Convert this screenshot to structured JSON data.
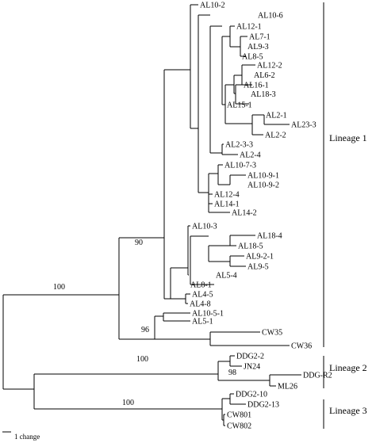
{
  "tree": {
    "leaves": [
      "AL10-2",
      "AL10-6",
      "AL12-1",
      "AL7-1",
      "AL9-3",
      "AL8-5",
      "AL12-2",
      "AL6-2",
      "AL16-1",
      "AL18-3",
      "AL15-1",
      "AL2-1",
      "AL23-3",
      "AL2-2",
      "AL2-3-3",
      "AL2-4",
      "AL10-7-3",
      "AL10-9-1",
      "AL10-9-2",
      "AL12-4",
      "AL14-1",
      "AL14-2",
      "AL10-3",
      "AL18-4",
      "AL18-5",
      "AL9-2-1",
      "AL9-5",
      "AL5-4",
      "AL8-1",
      "AL4-5",
      "AL4-8",
      "AL10-5-1",
      "AL5-1",
      "CW35",
      "CW36",
      "DDG2-2",
      "JN24",
      "DDG-R2",
      "ML26",
      "DDG2-10",
      "DDG2-13",
      "CW801",
      "CW802"
    ],
    "bootstrap": [
      "90",
      "100",
      "96",
      "100",
      "98",
      "100"
    ],
    "lineages": [
      "Lineage 1",
      "Lineage 2",
      "Lineage 3"
    ],
    "scale_label": "1 change"
  }
}
